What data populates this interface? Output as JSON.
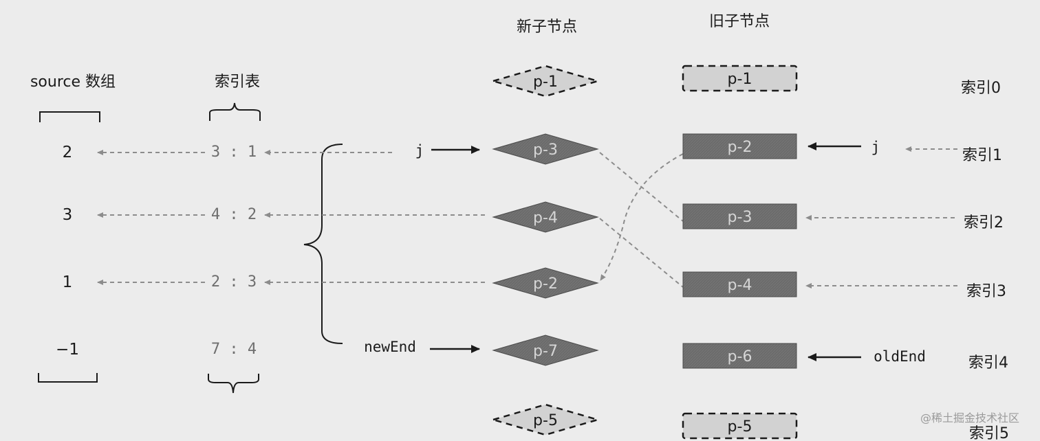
{
  "headers": {
    "new_children": "新子节点",
    "old_children": "旧子节点",
    "source_array": "source 数组",
    "key_index": "索引表"
  },
  "source": [
    "2",
    "3",
    "1",
    "−1"
  ],
  "key_index_map": [
    "3 : 1",
    "4 : 2",
    "2 : 3",
    "7 : 4"
  ],
  "new_nodes": [
    {
      "label": "p-1",
      "state": "processed"
    },
    {
      "label": "p-3",
      "state": "active"
    },
    {
      "label": "p-4",
      "state": "active"
    },
    {
      "label": "p-2",
      "state": "active"
    },
    {
      "label": "p-7",
      "state": "active"
    },
    {
      "label": "p-5",
      "state": "processed"
    }
  ],
  "old_nodes": [
    {
      "label": "p-1",
      "state": "processed"
    },
    {
      "label": "p-2",
      "state": "active"
    },
    {
      "label": "p-3",
      "state": "active"
    },
    {
      "label": "p-4",
      "state": "active"
    },
    {
      "label": "p-6",
      "state": "active"
    },
    {
      "label": "p-5",
      "state": "processed"
    }
  ],
  "old_indices": [
    "索引0",
    "索引1",
    "索引2",
    "索引3",
    "索引4",
    "索引5"
  ],
  "pointers": {
    "new_start": "j",
    "new_end": "newEnd",
    "old_start": "j",
    "old_end": "oldEnd"
  },
  "watermark": "@稀土掘金技术社区",
  "colors": {
    "background": "#ececec",
    "node_fill": "#6b6b6b",
    "node_text": "#d6d6d6",
    "processed_fill": "#d2d2d2",
    "dashed_line": "#8c8c8c"
  }
}
